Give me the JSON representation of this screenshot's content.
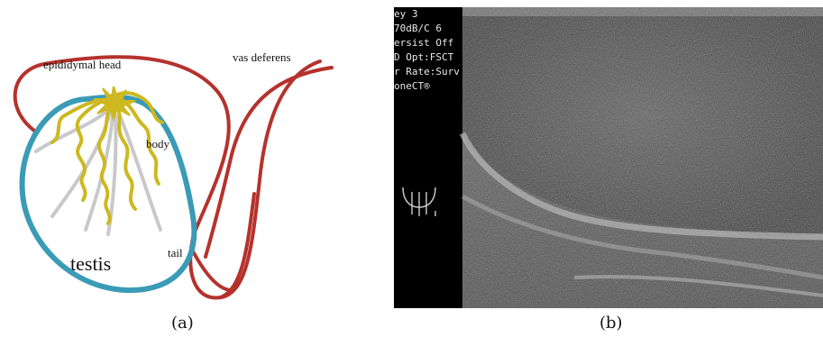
{
  "panel_a": {
    "labels": {
      "epididymal_head": "epididymal head",
      "vas_deferens": "vas deferens",
      "body": "body",
      "tail": "tail",
      "testis": "testis"
    },
    "caption": "(a)",
    "colors": {
      "vas": "#b5322c",
      "testis_outline": "#3a9bb6",
      "epididymis": "#cdb81f",
      "tubules": "#c9c9cc"
    }
  },
  "panel_b": {
    "caption": "(b)",
    "overlay_lines": [
      "ey 3",
      "70dB/C 6",
      "ersist Off",
      "D Opt:FSCT",
      "r Rate:Surv",
      "oneCT®"
    ],
    "probe_icon": "probe-marker-icon"
  }
}
